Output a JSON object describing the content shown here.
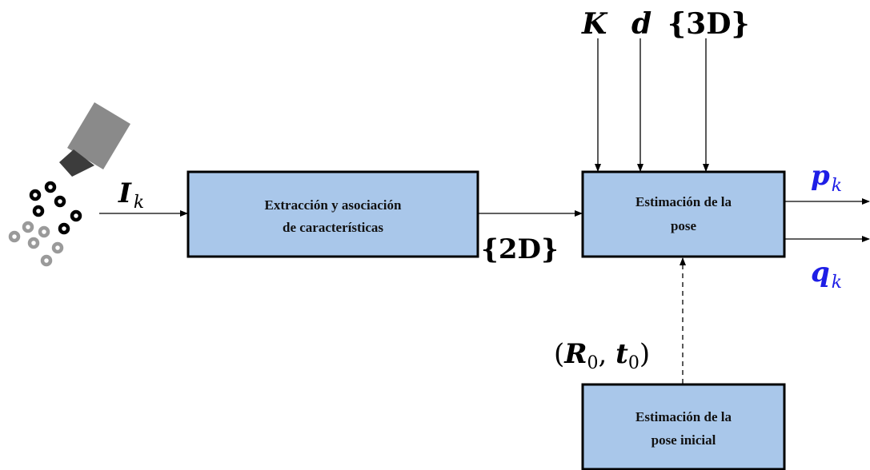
{
  "colors": {
    "box_fill": "#a9c7ea",
    "box_stroke": "#000000",
    "output_blue": "#1e1ee6",
    "camera_gray": "#8a8a8a",
    "camera_lens": "#3c3c3c",
    "dots_black": "#000000",
    "dots_gray": "#9a9a9a"
  },
  "icons": {
    "camera": "camera-icon",
    "feature_points": "feature-points-icon"
  },
  "blocks": {
    "feature_extraction": {
      "line1": "Extracción y asociación",
      "line2": "de características"
    },
    "pose_estimation": {
      "line1": "Estimación de la",
      "line2": "pose"
    },
    "initial_pose": {
      "line1": "Estimación de la",
      "line2": "pose inicial"
    }
  },
  "labels": {
    "image_input": {
      "main": "I",
      "sub": "k"
    },
    "points_2d": "{2D}",
    "intrinsics_K": "K",
    "distortion_d": "d",
    "points_3d": "{3D}",
    "initial_pose": {
      "open": "(",
      "R": "R",
      "R_sub": "0",
      "comma": ", ",
      "t": "t",
      "t_sub": "0",
      "close": ")"
    },
    "output_p": {
      "main": "p",
      "sub": "k"
    },
    "output_q": {
      "main": "q",
      "sub": "k"
    }
  }
}
